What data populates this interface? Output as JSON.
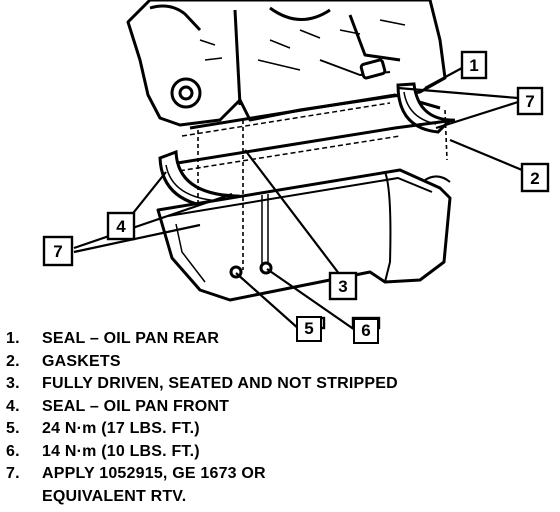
{
  "callouts": {
    "c1": "1",
    "c2": "2",
    "c3": "3",
    "c4": "4",
    "c5": "5",
    "c6": "6",
    "c7a": "7",
    "c7b": "7"
  },
  "legend": {
    "items": [
      {
        "num": "1.",
        "text": "SEAL – OIL PAN REAR"
      },
      {
        "num": "2.",
        "text": "GASKETS"
      },
      {
        "num": "3.",
        "text": "FULLY DRIVEN, SEATED AND NOT STRIPPED"
      },
      {
        "num": "4.",
        "text": "SEAL – OIL PAN FRONT"
      },
      {
        "num": "5.",
        "text": "24 N·m (17 LBS. FT.)"
      },
      {
        "num": "6.",
        "text": "14 N·m (10 LBS. FT.)"
      },
      {
        "num": "7.",
        "text": "APPLY 1052915, GE 1673 OR"
      }
    ],
    "continuation": "EQUIVALENT RTV."
  }
}
